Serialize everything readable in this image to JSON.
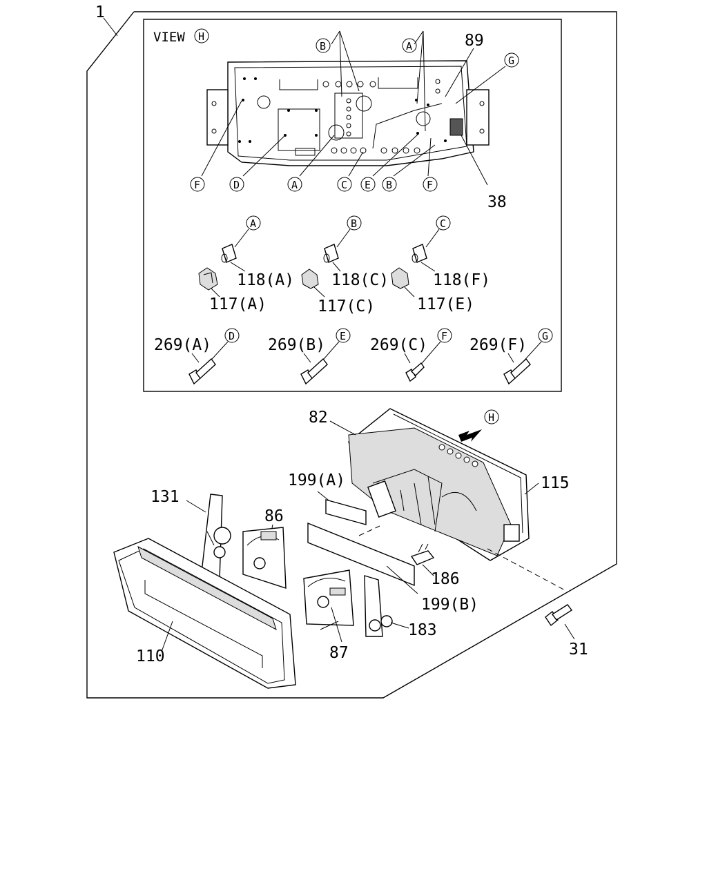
{
  "assembly_label": "1",
  "view": {
    "label": "VIEW",
    "letter": "H"
  },
  "view_callouts": {
    "B_top": "B",
    "A_top": "A",
    "n89": "89",
    "G_top": "G",
    "n38": "38",
    "F_left": "F",
    "D": "D",
    "A_bottom": "A",
    "C": "C",
    "E": "E",
    "B_bottom": "B",
    "F_right": "F"
  },
  "bulbs": [
    {
      "callout": "A",
      "bulb": "118(A)",
      "socket": "117(A)"
    },
    {
      "callout": "B",
      "bulb": "118(C)",
      "socket": "117(C)"
    },
    {
      "callout": "C",
      "bulb": "118(F)",
      "socket": "117(E)"
    }
  ],
  "screws": [
    {
      "label": "269(A)",
      "callout": "D"
    },
    {
      "label": "269(B)",
      "callout": "E"
    },
    {
      "label": "269(C)",
      "callout": "F"
    },
    {
      "label": "269(F)",
      "callout": "G"
    }
  ],
  "parts": {
    "p82": "82",
    "arrow_H": "H",
    "p115": "115",
    "p199A": "199(A)",
    "p131": "131",
    "p86": "86",
    "p186": "186",
    "p199B": "199(B)",
    "p183": "183",
    "p87": "87",
    "p110": "110",
    "p31": "31"
  }
}
